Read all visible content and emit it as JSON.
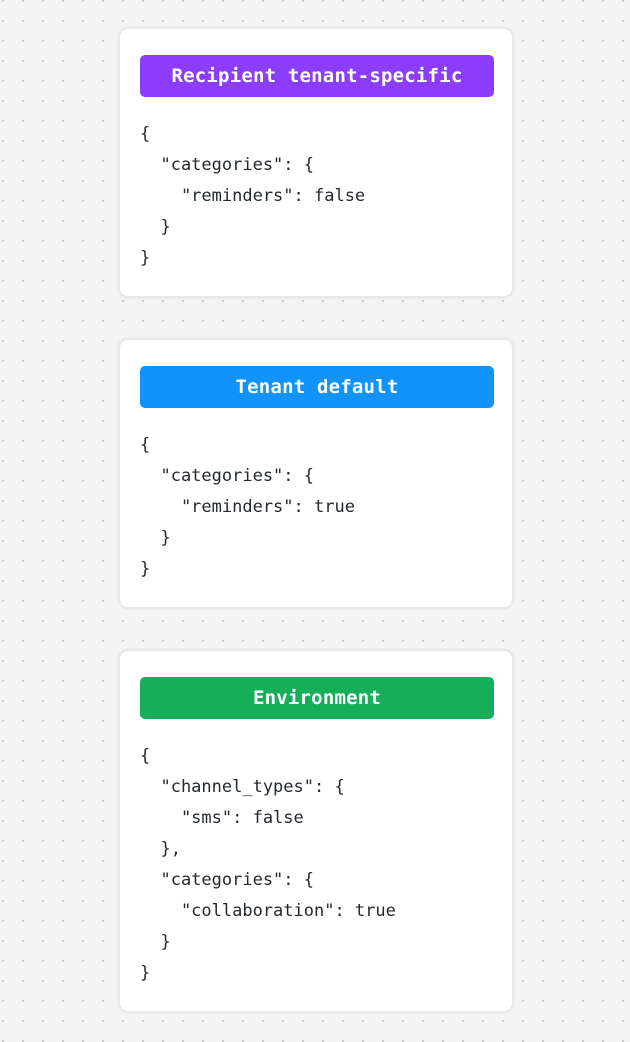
{
  "theme": {
    "background": "#f4f4f4",
    "dot_color": "#c9c9c9",
    "card_background": "#ffffff",
    "card_border": "#e6e6e6",
    "code_text": "#24292e",
    "badge_text": "#ffffff"
  },
  "cards": [
    {
      "title": "Recipient tenant-specific",
      "accent": "#8b3dfb",
      "accent_name": "purple",
      "code": "{\n  \"categories\": {\n    \"reminders\": false\n  }\n}",
      "payload": {
        "categories": {
          "reminders": false
        }
      }
    },
    {
      "title": "Tenant default",
      "accent": "#1193fb",
      "accent_name": "blue",
      "code": "{\n  \"categories\": {\n    \"reminders\": true\n  }\n}",
      "payload": {
        "categories": {
          "reminders": true
        }
      }
    },
    {
      "title": "Environment",
      "accent": "#16ad5b",
      "accent_name": "green",
      "code": "{\n  \"channel_types\": {\n    \"sms\": false\n  },\n  \"categories\": {\n    \"collaboration\": true\n  }\n}",
      "payload": {
        "channel_types": {
          "sms": false
        },
        "categories": {
          "collaboration": true
        }
      }
    }
  ]
}
